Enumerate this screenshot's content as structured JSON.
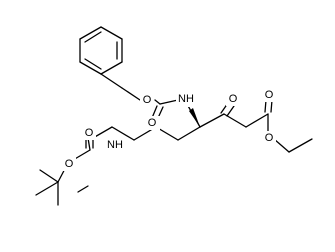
{
  "structure": {
    "atom_labels": {
      "nh_cbz": "NH",
      "o_cbz_ether": "O",
      "o_cbz_carbonyl": "O",
      "o_ketone": "O",
      "o_ester_carbonyl": "O",
      "o_ester_ether": "O",
      "nh_boc": "NH",
      "o_boc_carbonyl": "O",
      "o_boc_ether": "O"
    }
  }
}
